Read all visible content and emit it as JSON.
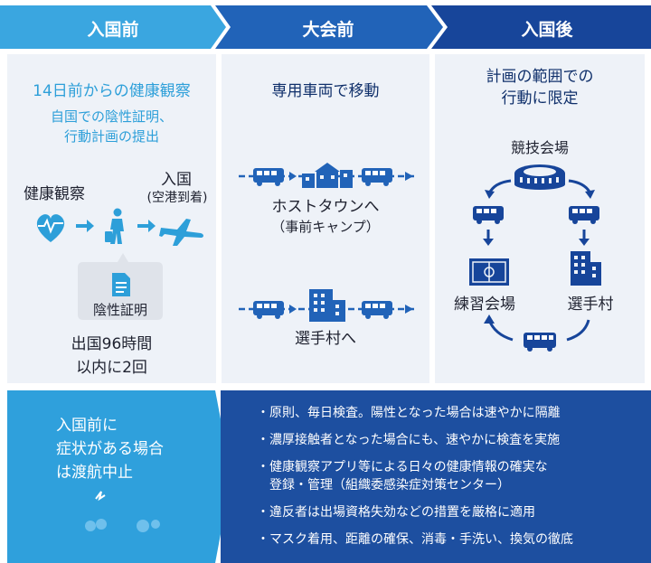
{
  "header": {
    "col1": "入国前",
    "col2": "大会前",
    "col3": "入国後"
  },
  "col1": {
    "title": "14日前からの健康観察",
    "sub_line1": "自国での陰性証明、",
    "sub_line2": "行動計画の提出",
    "health_label": "健康観察",
    "entry_label": "入国",
    "entry_sub": "(空港到着)",
    "cert_label": "陰性証明",
    "times_line1": "出国96時間",
    "times_line2": "以内に2回"
  },
  "col2": {
    "title": "専用車両で移動",
    "host_line1": "ホストタウンへ",
    "host_line2": "（事前キャンプ）",
    "village_label": "選手村へ"
  },
  "col3": {
    "title_line1": "計画の範囲での",
    "title_line2": "行動に限定",
    "venue_label": "競技会場",
    "practice_label": "練習会場",
    "village_label": "選手村"
  },
  "bottom_left": {
    "line1": "入国前に",
    "line2": "症状がある場合",
    "line3": "は渡航中止"
  },
  "bullets": [
    "・原則、毎日検査。陽性となった場合は速やかに隔離",
    "・濃厚接触者となった場合にも、速やかに検査を実施",
    "・健康観察アプリ等による日々の健康情報の確実な",
    "　登録・管理（組織委感染症対策センター）",
    "・違反者は出場資格失効などの措置を厳格に適用",
    "・マスク着用、距離の確保、消毒・手洗い、換気の徹底"
  ],
  "colors": {
    "header_light": "#3aa6e0",
    "header_mid": "#2163b8",
    "header_dark": "#17459a",
    "accent_blue": "#2d9fd9",
    "navy": "#10306b",
    "bullet_box": "#1d4fa0",
    "left_box": "#2fa0dc"
  }
}
